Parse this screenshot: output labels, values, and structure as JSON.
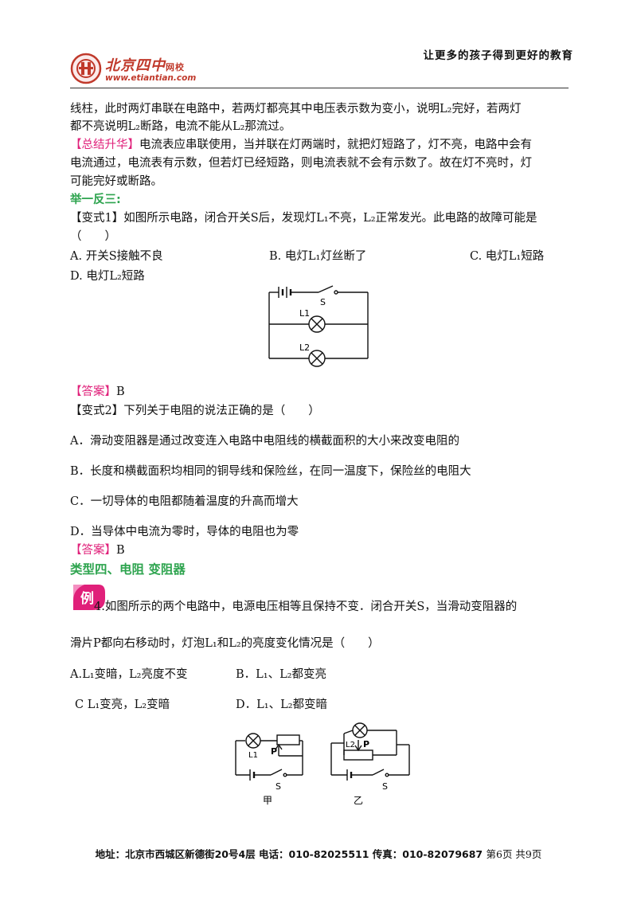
{
  "header": {
    "slogan": "让更多的孩子得到更好的教育",
    "brand_name": "北京四中",
    "brand_suffix": "网校",
    "brand_url": "www.etiantian.com"
  },
  "content": {
    "l1": "线柱，此时两灯串联在电路中，若两灯都亮其中电压表示数为变小，说明L₂完好，若两灯",
    "l2": "都不亮说明L₂断路，电流不能从L₂那流过。",
    "summary_tag": "【总结升华】",
    "summary_l1": "电流表应串联使用，当并联在灯两端时，就把灯短路了，灯不亮，电路中会有",
    "summary_l2": "电流通过，电流表有示数，但若灯已经短路，则电流表就不会有示数了。故在灯不亮时，灯",
    "summary_l3": "可能完好或断路。",
    "section_heading": "举一反三:",
    "v1_l1": "【变式1】如图所示电路，闭合开关S后，发现灯L₁不亮，L₂正常发光。此电路的故障可能是",
    "v1_l2": "（　　）",
    "v1_a": "A.  开关S接触不良",
    "v1_b": "B.  电灯L₁灯丝断了",
    "v1_c": "C.  电灯L₁短路",
    "v1_d": "D.  电灯L₂短路",
    "fig1": {
      "switch": "S",
      "lamp1": "L1",
      "lamp2": "L2"
    },
    "answer1_tag": "【答案】",
    "answer1_value": "B",
    "v2_q": "【变式2】下列关于电阻的说法正确的是（　　）",
    "v2_a": "A．滑动变阻器是通过改变连入电路中电阻线的横截面积的大小来改变电阻的",
    "v2_b": "B．长度和横截面积均相同的铜导线和保险丝，在同一温度下，保险丝的电阻大",
    "v2_c": "C．一切导体的电阻都随着温度的升高而增大",
    "v2_d": "D．当导体中电流为零时，导体的电阻也为零",
    "answer2_tag": "【答案】",
    "answer2_value": "B",
    "type4_heading": "类型四、电阻  变阻器",
    "example_badge": "例",
    "q4_l1": "4.如图所示的两个电路中，电源电压相等且保持不变．闭合开关S，当滑动变阻器的",
    "q4_l2": "滑片P都向右移动时，灯泡L₁和L₂的亮度变化情况是（　　）",
    "q4_a": "A.L₁变暗，L₂亮度不变",
    "q4_b": "B．L₁、L₂都变亮",
    "q4_c": "C L₁变亮，L₂变暗",
    "q4_d": "D．L₁、L₂都变暗",
    "fig2": {
      "lamp_left": "L1",
      "lamp_right": "L2",
      "slider": "P",
      "switch": "S",
      "caption_left": "甲",
      "caption_right": "乙"
    }
  },
  "footer": {
    "address": "地址：北京市西城区新德街20号4层  电话：010-82025511  传真：010-82079687",
    "page": "第6页  共9页"
  },
  "colors": {
    "accent_red": "#c0392b",
    "tag_pink": "#e0207a",
    "heading_green": "#2ea44f"
  }
}
